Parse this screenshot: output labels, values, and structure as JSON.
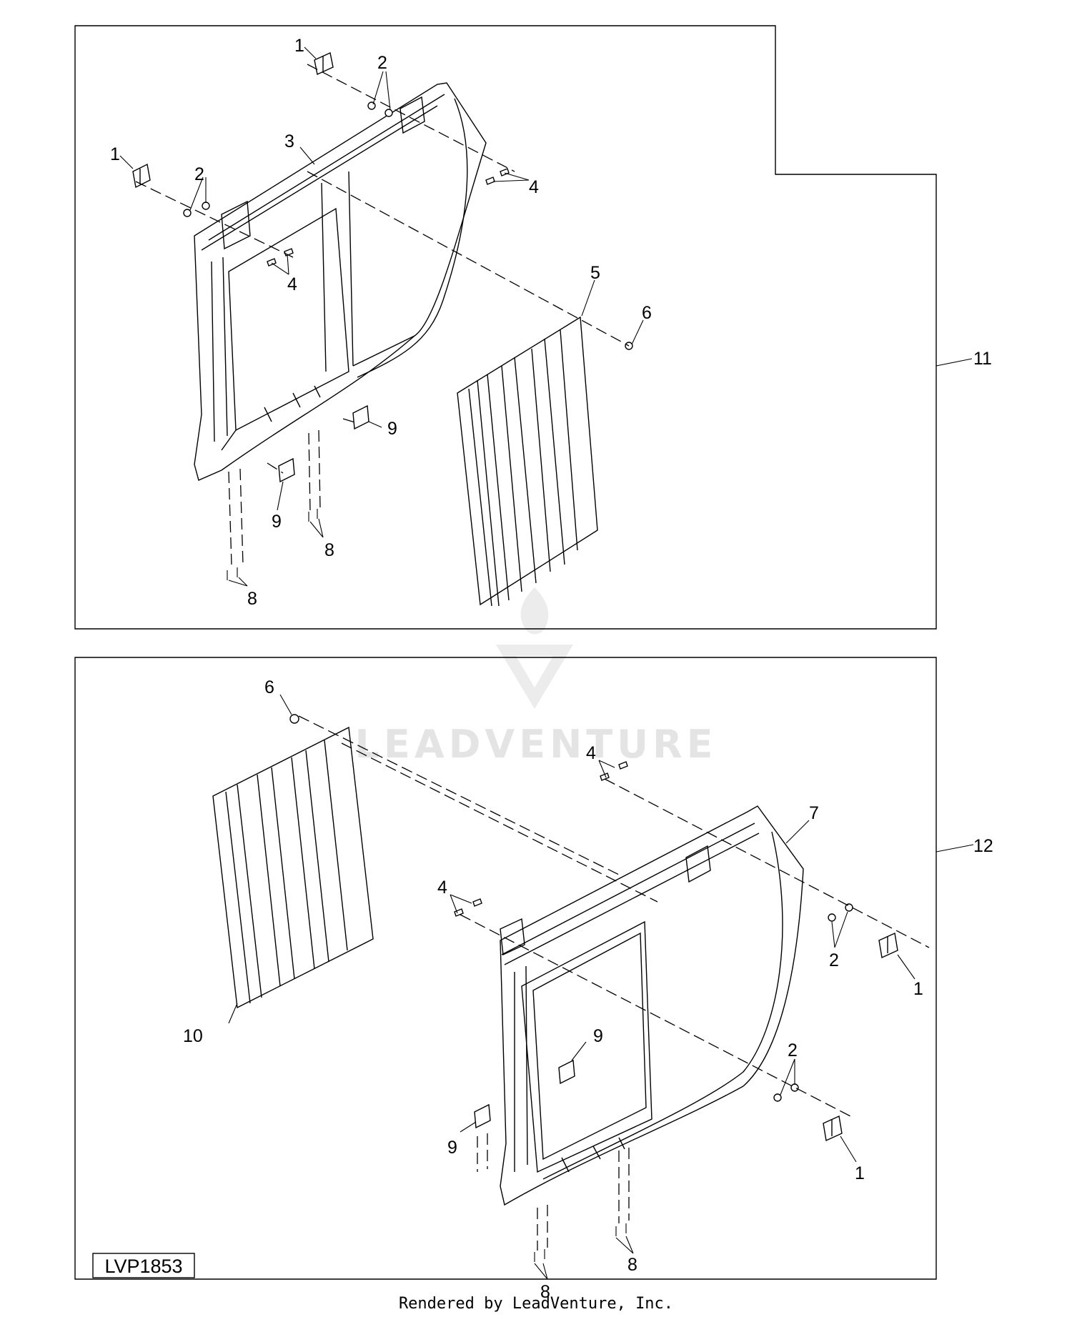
{
  "watermark": {
    "text": "LEADVENTURE"
  },
  "drawing_code": "LVP1853",
  "footer": "Rendered by LeadVenture, Inc.",
  "assemblies": [
    {
      "name": "upper",
      "callouts": [
        {
          "id": "u-1a",
          "text": "1"
        },
        {
          "id": "u-2a",
          "text": "2"
        },
        {
          "id": "u-3",
          "text": "3"
        },
        {
          "id": "u-1b",
          "text": "1"
        },
        {
          "id": "u-2b",
          "text": "2"
        },
        {
          "id": "u-4a",
          "text": "4"
        },
        {
          "id": "u-4b",
          "text": "4"
        },
        {
          "id": "u-5",
          "text": "5"
        },
        {
          "id": "u-6",
          "text": "6"
        },
        {
          "id": "u-11",
          "text": "11"
        },
        {
          "id": "u-9a",
          "text": "9"
        },
        {
          "id": "u-9b",
          "text": "9"
        },
        {
          "id": "u-8a",
          "text": "8"
        },
        {
          "id": "u-8b",
          "text": "8"
        }
      ]
    },
    {
      "name": "lower",
      "callouts": [
        {
          "id": "l-6",
          "text": "6"
        },
        {
          "id": "l-4a",
          "text": "4"
        },
        {
          "id": "l-7",
          "text": "7"
        },
        {
          "id": "l-12",
          "text": "12"
        },
        {
          "id": "l-4b",
          "text": "4"
        },
        {
          "id": "l-2a",
          "text": "2"
        },
        {
          "id": "l-1a",
          "text": "1"
        },
        {
          "id": "l-10",
          "text": "10"
        },
        {
          "id": "l-9a",
          "text": "9"
        },
        {
          "id": "l-2b",
          "text": "2"
        },
        {
          "id": "l-9b",
          "text": "9"
        },
        {
          "id": "l-1b",
          "text": "1"
        },
        {
          "id": "l-8a",
          "text": "8"
        },
        {
          "id": "l-8b",
          "text": "8"
        }
      ]
    }
  ]
}
